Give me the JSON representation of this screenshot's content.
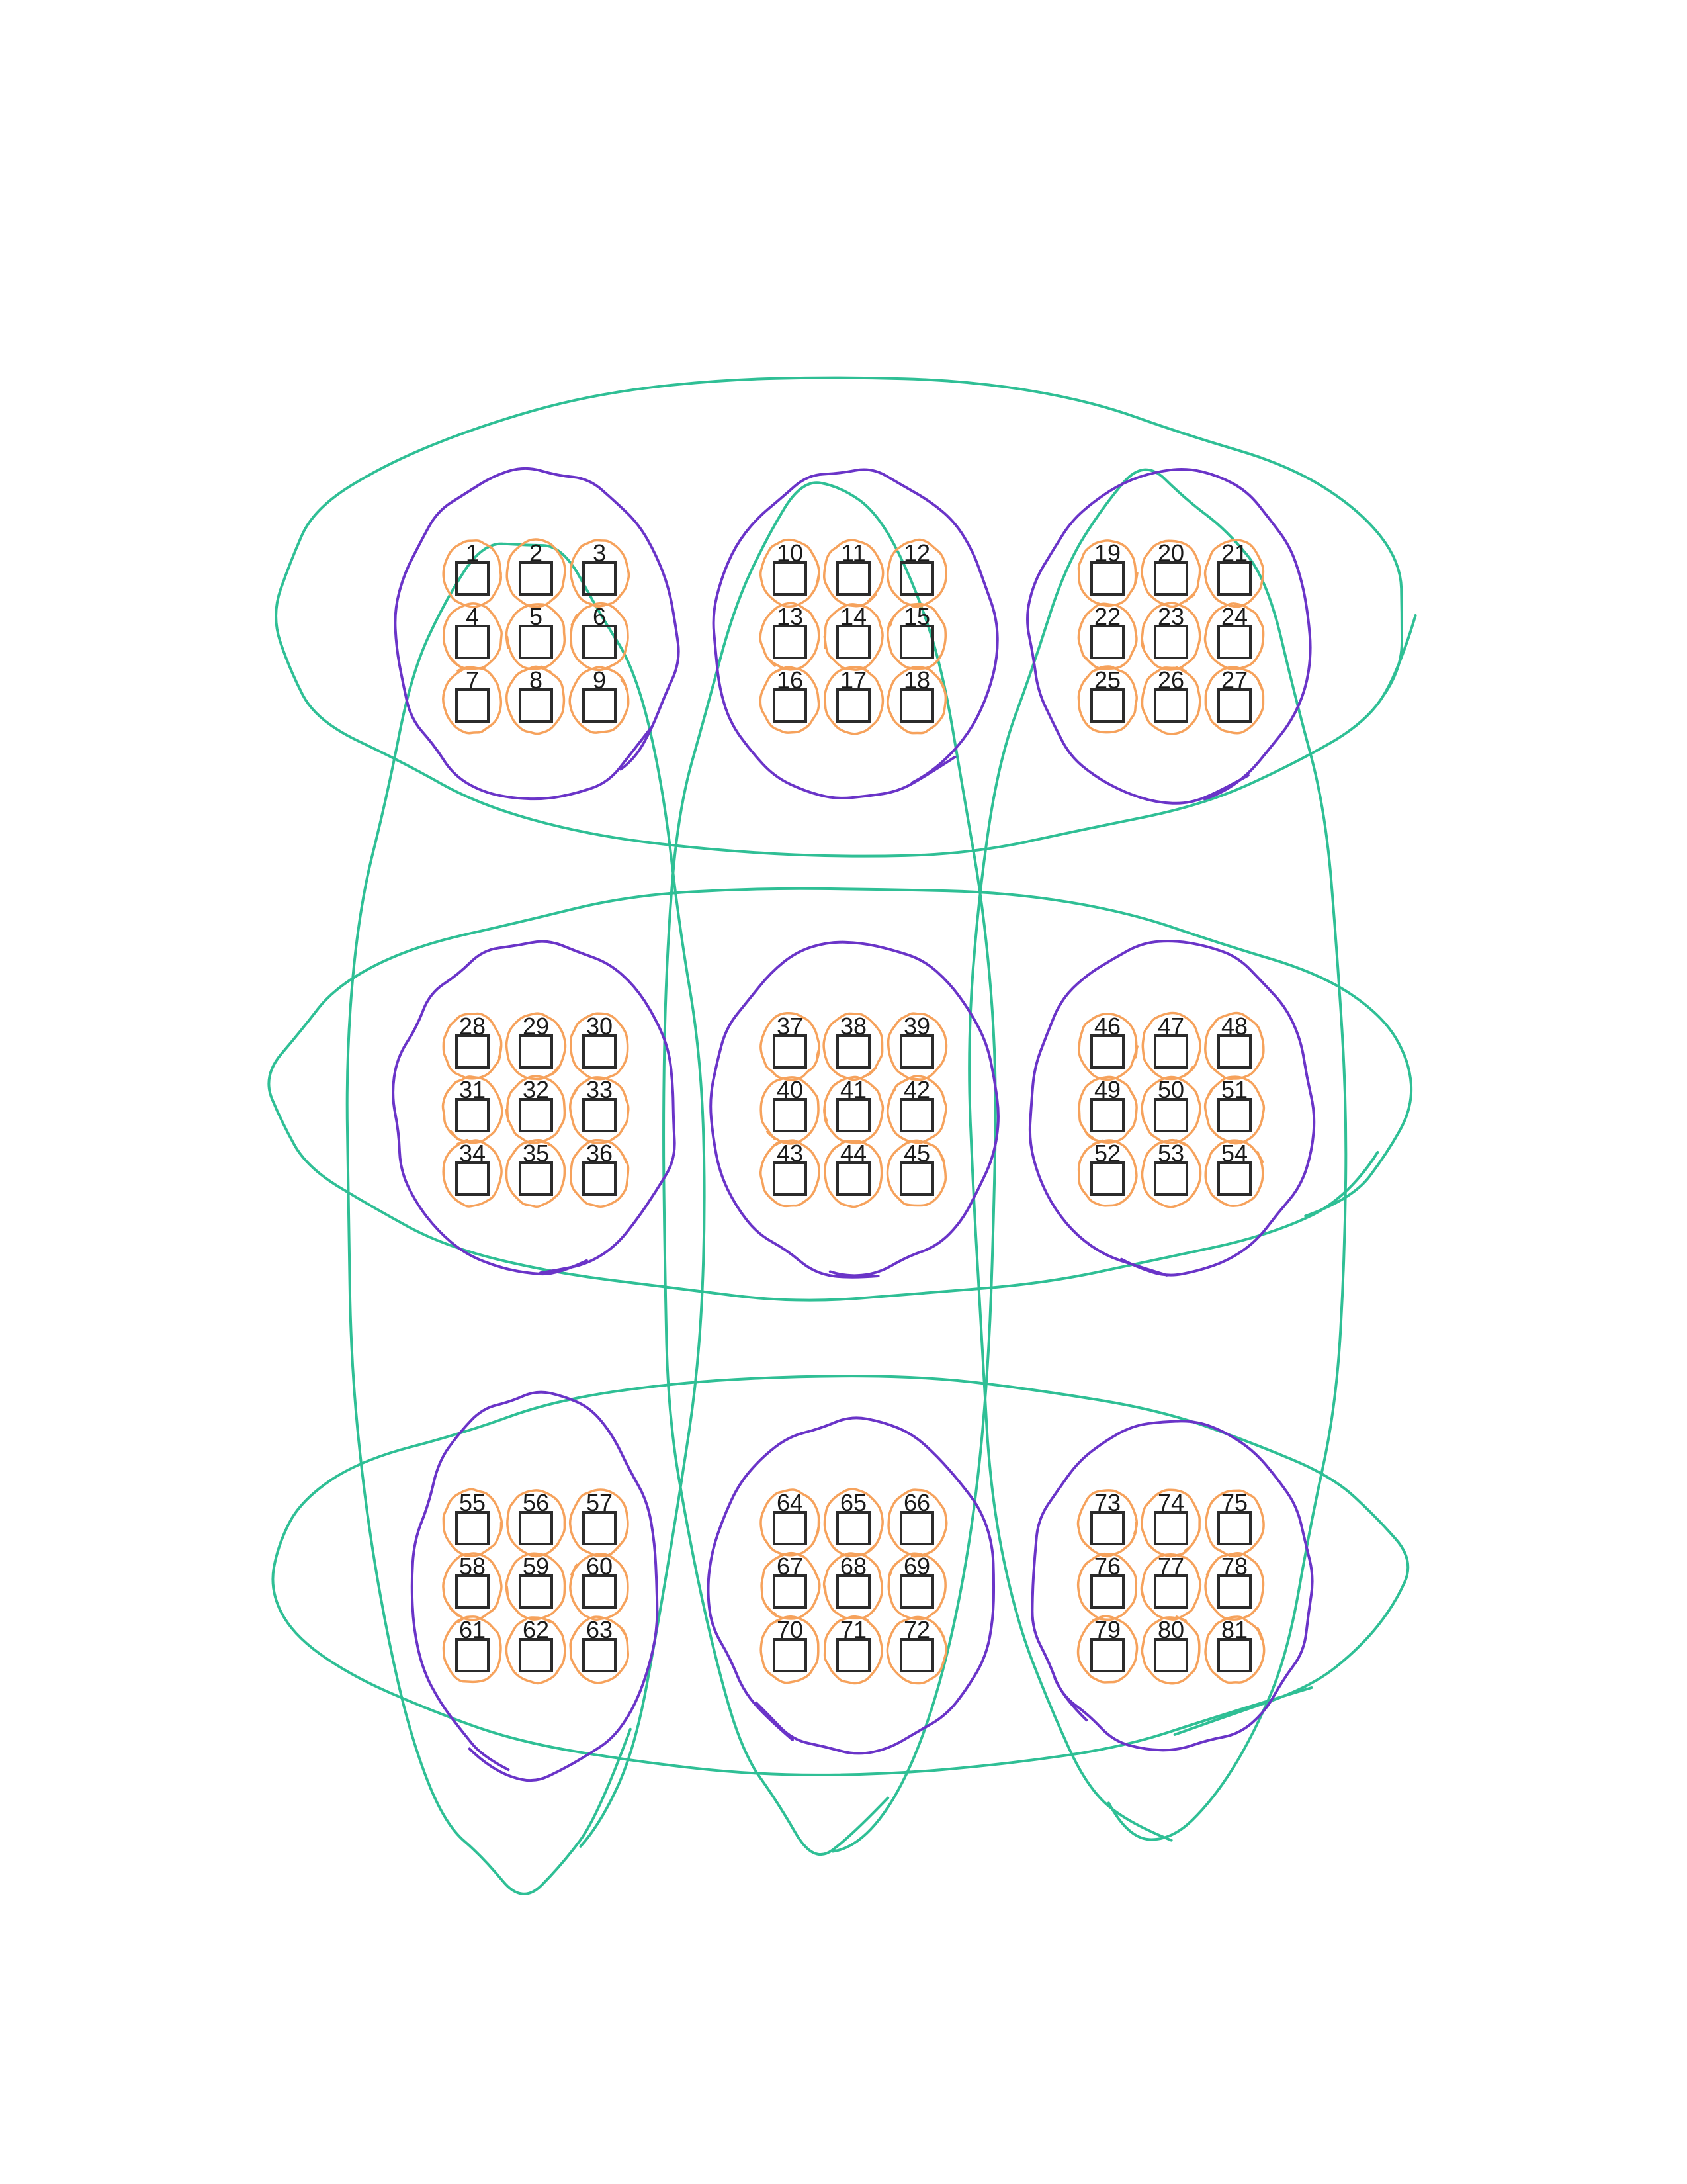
{
  "diagram": {
    "description_colors": {
      "box_stroke": "#2b2b2b",
      "box_fill": "#ffffff",
      "item_circle": "#f6a25c",
      "group_circle": "#6a34c8",
      "region_loop": "#2fbf95",
      "label": "#1a1a1a"
    },
    "items": [
      "1",
      "2",
      "3",
      "4",
      "5",
      "6",
      "7",
      "8",
      "9",
      "10",
      "11",
      "12",
      "13",
      "14",
      "15",
      "16",
      "17",
      "18",
      "19",
      "20",
      "21",
      "22",
      "23",
      "24",
      "25",
      "26",
      "27",
      "28",
      "29",
      "30",
      "31",
      "32",
      "33",
      "34",
      "35",
      "36",
      "37",
      "38",
      "39",
      "40",
      "41",
      "42",
      "43",
      "44",
      "45",
      "46",
      "47",
      "48",
      "49",
      "50",
      "51",
      "52",
      "53",
      "54",
      "55",
      "56",
      "57",
      "58",
      "59",
      "60",
      "61",
      "62",
      "63",
      "64",
      "65",
      "66",
      "67",
      "68",
      "69",
      "70",
      "71",
      "72",
      "73",
      "74",
      "75",
      "76",
      "77",
      "78",
      "79",
      "80",
      "81"
    ],
    "groups": [
      {
        "name": "block-1",
        "items": [
          "1",
          "2",
          "3",
          "4",
          "5",
          "6",
          "7",
          "8",
          "9"
        ]
      },
      {
        "name": "block-2",
        "items": [
          "10",
          "11",
          "12",
          "13",
          "14",
          "15",
          "16",
          "17",
          "18"
        ]
      },
      {
        "name": "block-3",
        "items": [
          "19",
          "20",
          "21",
          "22",
          "23",
          "24",
          "25",
          "26",
          "27"
        ]
      },
      {
        "name": "block-4",
        "items": [
          "28",
          "29",
          "30",
          "31",
          "32",
          "33",
          "34",
          "35",
          "36"
        ]
      },
      {
        "name": "block-5",
        "items": [
          "37",
          "38",
          "39",
          "40",
          "41",
          "42",
          "43",
          "44",
          "45"
        ]
      },
      {
        "name": "block-6",
        "items": [
          "46",
          "47",
          "48",
          "49",
          "50",
          "51",
          "52",
          "53",
          "54"
        ]
      },
      {
        "name": "block-7",
        "items": [
          "55",
          "56",
          "57",
          "58",
          "59",
          "60",
          "61",
          "62",
          "63"
        ]
      },
      {
        "name": "block-8",
        "items": [
          "64",
          "65",
          "66",
          "67",
          "68",
          "69",
          "70",
          "71",
          "72"
        ]
      },
      {
        "name": "block-9",
        "items": [
          "73",
          "74",
          "75",
          "76",
          "77",
          "78",
          "79",
          "80",
          "81"
        ]
      }
    ],
    "regions": [
      {
        "name": "top-row",
        "groups": [
          "block-1",
          "block-2",
          "block-3"
        ]
      },
      {
        "name": "middle-row",
        "groups": [
          "block-4",
          "block-5",
          "block-6"
        ]
      },
      {
        "name": "bottom-row",
        "groups": [
          "block-7",
          "block-8",
          "block-9"
        ]
      },
      {
        "name": "left-column",
        "groups": [
          "block-1",
          "block-4",
          "block-7"
        ]
      },
      {
        "name": "center-column",
        "groups": [
          "block-2",
          "block-5",
          "block-8"
        ]
      },
      {
        "name": "right-column",
        "groups": [
          "block-3",
          "block-6",
          "block-9"
        ]
      }
    ]
  }
}
